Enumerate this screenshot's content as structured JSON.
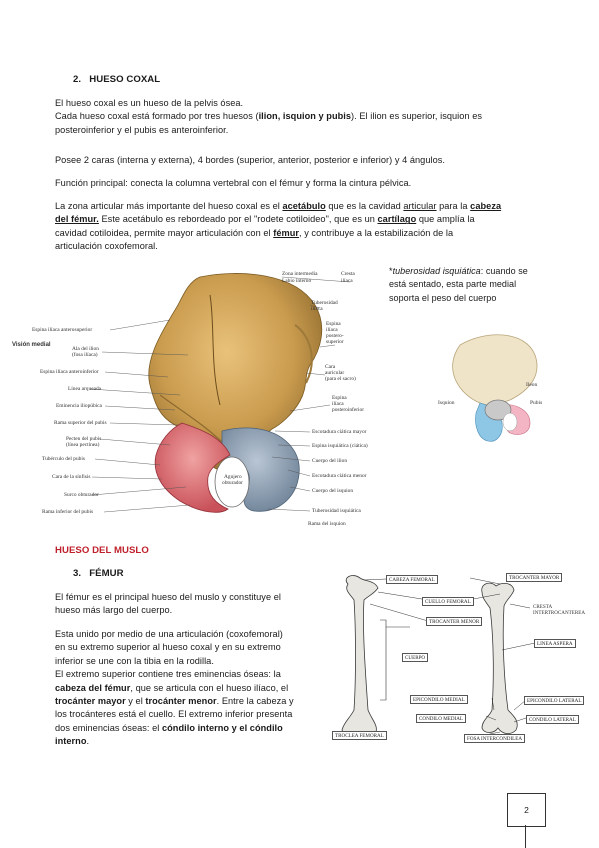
{
  "section2": {
    "number": "2.",
    "title": "HUESO COXAL",
    "p1_line1": "El hueso coxal es un hueso de la pelvis ósea.",
    "p1_line2_a": "Cada hueso coxal está formado por tres huesos (",
    "p1_line2_bold": "ilion, isquion y pubis",
    "p1_line2_b": "). El ilion es superior, isquion es",
    "p1_line3": "posteroinferior y el pubis es anteroinferior.",
    "p2": "Posee 2 caras (interna y externa), 4 bordes (superior, anterior, posterior e inferior) y 4 ángulos.",
    "p3": "Función principal: conecta la columna vertebral con el fémur y forma la cintura pélvica.",
    "p4_l1_a": "La zona articular más importante del hueso coxal es el ",
    "p4_l1_acetabulo": "acetábulo",
    "p4_l1_b": " que es la cavidad ",
    "p4_l1_articular": "articular",
    "p4_l1_c": " para la ",
    "p4_l1_cabeza": "cabeza",
    "p4_l2_femur": "del fémur.",
    "p4_l2_a": " Este acetábulo es rebordeado por el \"rodete cotiloideo\", que es un ",
    "p4_l2_cartilago": "cartílago",
    "p4_l2_b": " que amplía la",
    "p4_l3_a": "cavidad cotiloidea, permite mayor articulación con el ",
    "p4_l3_femur": "fémur",
    "p4_l3_b": ", y contribuye a la estabilización de la",
    "p4_l4": "articulación coxofemoral.",
    "note_star": "*",
    "note_italic": "tuberosidad isquiática",
    "note_rest1": ": cuando se",
    "note_line2": "está sentado, esta parte medial",
    "note_line3": "soporta el peso del cuerpo"
  },
  "coxal_figure": {
    "vision_label": "Visión medial",
    "left_labels": [
      "Espina ilíaca anterosuperior",
      "Ala del ilion",
      "(fosa ilíaca)",
      "Espina ilíaca anteroinferior",
      "Línea arqueada",
      "Eminencia iliopúbica",
      "Rama superior del pubis",
      "Pecten del pubis",
      "(línea pectínea)",
      "Tubérculo del pubis",
      "Cara de la sínfisis",
      "Surco obturador",
      "Rama inferior del pubis"
    ],
    "right_labels": [
      "Zona intermedia",
      "Labio interno",
      "Cresta",
      "ilíaca",
      "Tuberosidad",
      "ilíaca",
      "Espina",
      "ilíaca",
      "postero-",
      "superior",
      "Cara",
      "auricular",
      "(para el sacro)",
      "Espina",
      "ilíaca",
      "posteroinferior",
      "Escotadura ciática mayor",
      "Espina isquiática (ciática)",
      "Cuerpo del ilion",
      "Escotadura ciática menor",
      "Cuerpo del isquion",
      "Tuberosidad isquiática",
      "Rama del isquion"
    ],
    "foramen_label_1": "Agujero",
    "foramen_label_2": "obturador"
  },
  "pelvis_figure": {
    "ileon": "Ileon",
    "isquion": "Isquion",
    "pubis": "Pubis"
  },
  "muslo": {
    "heading": "HUESO DEL MUSLO",
    "number": "3.",
    "title": "FÉMUR",
    "p1_l1": "El fémur es el principal hueso del muslo y constituye el",
    "p1_l2": "hueso más largo del cuerpo.",
    "p2_l1": "Esta unido por medio de una articulación (coxofemoral)",
    "p2_l2": "en su extremo superior al hueso coxal y en su extremo",
    "p2_l3": "inferior se une con la tibia en la rodilla.",
    "p2_l4": "El extremo superior contiene tres eminencias óseas: la",
    "p2_l5_bold": "cabeza del fémur",
    "p2_l5_rest": ", que se articula con el hueso ilíaco, el",
    "p2_l6_bold": "trocánter mayor",
    "p2_l6_mid": " y el ",
    "p2_l6_bold2": "trocánter menor",
    "p2_l6_rest": ". Entre la cabeza y",
    "p2_l7": "los trocánteres está el cuello. El extremo inferior presenta",
    "p2_l8_a": "dos eminencias óseas: el ",
    "p2_l8_bold": "cóndilo interno y el cóndilo",
    "p2_l9_bold": "interno",
    "p2_l9_rest": "."
  },
  "femur_figure": {
    "labels": [
      "CABEZA FEMORAL",
      "TROCANTER MAYOR",
      "CUELLO FEMORAL",
      "CRESTA",
      "INTERTROCANTEREA",
      "TROCANTER MENOR",
      "LINEA ASPERA",
      "CUERPO",
      "EPICONDILO MEDIAL",
      "EPICONDILO LATERAL",
      "CONDILO MEDIAL",
      "CONDILO LATERAL",
      "TROCLEA FEMORAL",
      "FOSA INTERCONDILEA"
    ]
  },
  "page_number": "2"
}
